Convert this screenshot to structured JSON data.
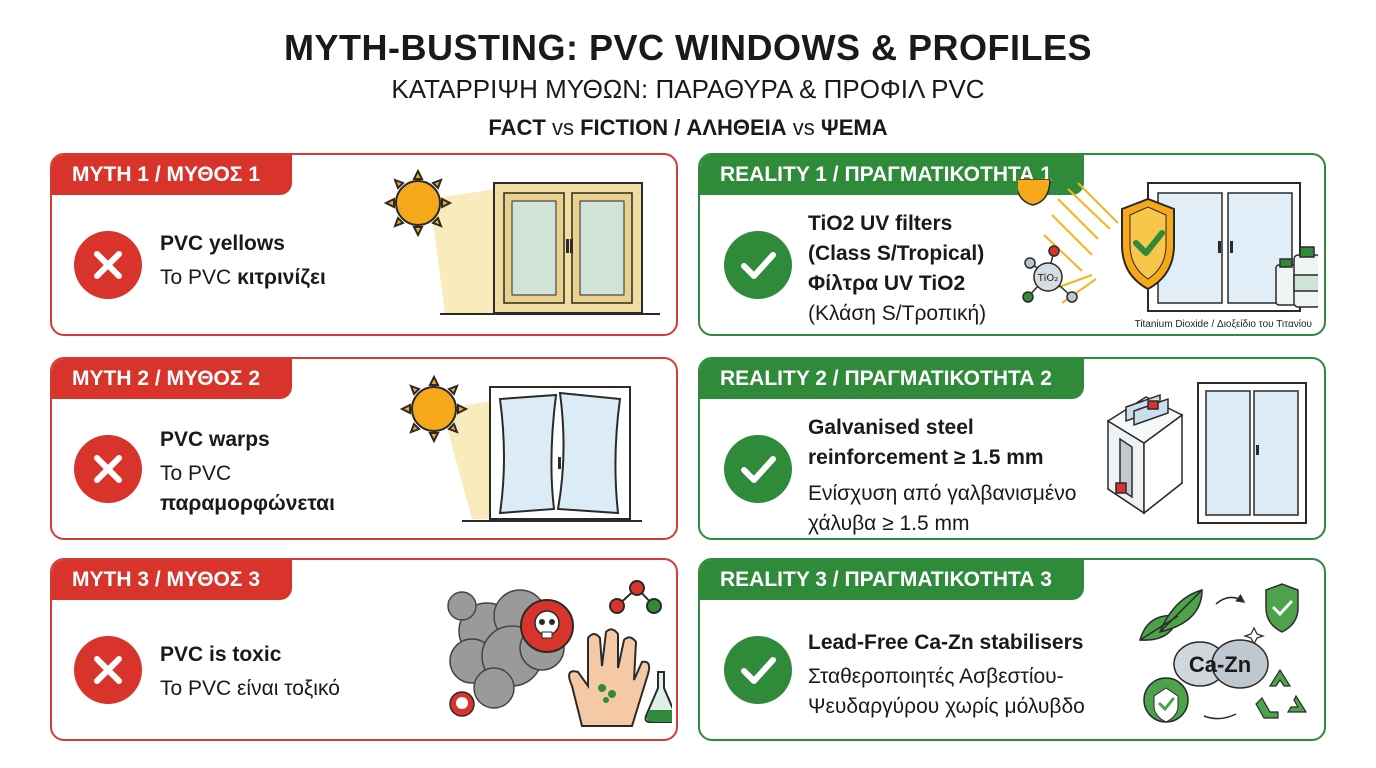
{
  "header": {
    "title": "MYTH-BUSTING: PVC WINDOWS & PROFILES",
    "subtitle": "ΚΑΤΑΡΡΙΨΗ ΜΥΘΩΝ: ΠΑΡΑΘΥΡΑ & ΠΡΟΦΙΛ PVC",
    "tagline_fact": "FACT",
    "tagline_vs1": "vs",
    "tagline_fiction": "FICTION / ΑΛΗΘΕΙΑ",
    "tagline_vs2": "vs",
    "tagline_lie": "ΨΕΜΑ"
  },
  "myths": [
    {
      "badge": "MYTH 1 / ΜΥΘΟΣ 1",
      "en": "PVC yellows",
      "gr_prefix": "Το PVC ",
      "gr_bold": "κιτρινίζει"
    },
    {
      "badge": "MYTH 2 / ΜΥΘΟΣ 2",
      "en": "PVC warps",
      "gr_prefix": "Το PVC",
      "gr_bold": "παραμορφώνεται"
    },
    {
      "badge": "MYTH 3 / ΜΥΘΟΣ 3",
      "en": "PVC is toxic",
      "gr_prefix": "Το PVC είναι τοξικό",
      "gr_bold": ""
    }
  ],
  "realities": [
    {
      "badge": "REALITY 1 / ΠΡΑΓΜΑΤΙΚΟΤΗΤΑ 1",
      "en_line1": "TiO2 UV filters",
      "en_line2": "(Class S/Tropical)",
      "gr_line1": "Φίλτρα UV TiO2",
      "gr_line2": "(Κλάση S/Τροπική)",
      "molecule_label": "TiO₂",
      "caption": "Titanium Dioxide / Διοξείδιο του Τιτανίου"
    },
    {
      "badge": "REALITY 2 / ΠΡΑΓΜΑΤΙΚΟΤΗΤΑ 2",
      "en_line1": "Galvanised steel",
      "en_line2": "reinforcement ≥ 1.5 mm",
      "gr_line1": "Ενίσχυση από γαλβανισμένο",
      "gr_line2": "χάλυβα ≥ 1.5 mm"
    },
    {
      "badge": "REALITY 3 / ΠΡΑΓΜΑΤΙΚΟΤΗΤΑ 3",
      "en_line1": "Lead-Free Ca-Zn stabilisers",
      "gr_line1": "Σταθεροποιητές Ασβεστίου-",
      "gr_line2": "Ψευδαργύρου χωρίς μόλυβδο",
      "bubble_label": "Ca-Zn"
    }
  ],
  "colors": {
    "myth_red": "#d8342c",
    "reality_green": "#2f8a3a",
    "sun": "#f6a81a"
  }
}
